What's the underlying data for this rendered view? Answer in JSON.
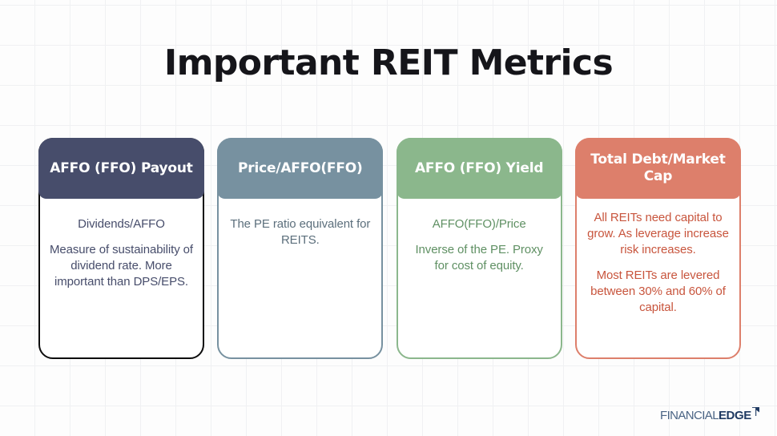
{
  "slide": {
    "title": "Important REIT Metrics",
    "background_color": "#fdfdfd",
    "grid_line_color": "#f0f1f3",
    "title_color": "#15151a"
  },
  "cards": [
    {
      "id": "payout",
      "header": "AFFO (FFO) Payout",
      "header_color": "#474d6b",
      "border_color": "#0d0d0d",
      "text_color": "#474d6b",
      "paragraphs": [
        "Dividends/AFFO",
        "Measure of sustainability of dividend rate. More important than DPS/EPS."
      ]
    },
    {
      "id": "price",
      "header": "Price/AFFO(FFO)",
      "header_color": "#7791a0",
      "border_color": "#7791a0",
      "text_color": "#5c6f7c",
      "paragraphs": [
        "The PE ratio equivalent for REITS."
      ]
    },
    {
      "id": "yield",
      "header": "AFFO (FFO) Yield",
      "header_color": "#8bb78c",
      "border_color": "#8bb78c",
      "text_color": "#5f9063",
      "paragraphs": [
        "AFFO(FFO)/Price",
        "Inverse of the PE. Proxy for cost of equity."
      ]
    },
    {
      "id": "debt",
      "header": "Total Debt/Market Cap",
      "header_color": "#dd7f6b",
      "border_color": "#dd7f6b",
      "text_color": "#c8553d",
      "paragraphs": [
        "All REITs need capital to grow.  As leverage increase risk increases.",
        "Most REITs are levered  between 30% and 60% of capital."
      ]
    }
  ],
  "logo": {
    "primary_text": "FINANCIAL",
    "accent_text": "EDGE",
    "primary_color": "#4a6484",
    "accent_color": "#1f3a62",
    "mark": "flag-icon"
  }
}
